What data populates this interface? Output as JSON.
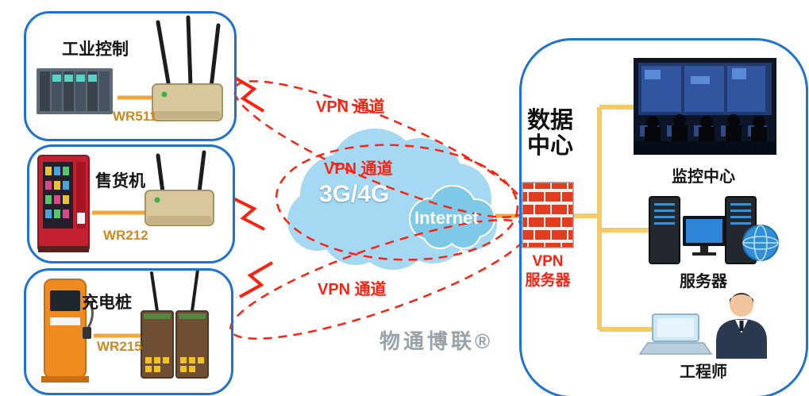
{
  "watermark": "物通博联®",
  "left_boxes": [
    {
      "label": "工业控制",
      "router_model": "WR511"
    },
    {
      "label": "售货机",
      "router_model": "WR212"
    },
    {
      "label": "充电桩",
      "router_model": "WR215"
    }
  ],
  "tunnels": {
    "top": "VPN 通道",
    "middle": "VPN 通道",
    "bottom": "VPN 通道"
  },
  "cloud": {
    "network": "3G/4G",
    "internet": "Internet"
  },
  "firewall": {
    "line1": "VPN",
    "line2": "服务器"
  },
  "datacenter": {
    "title_line1": "数据",
    "title_line2": "中心",
    "monitoring_label": "监控中心",
    "servers_label": "服务器",
    "engineer_label": "工程师"
  },
  "colors": {
    "accent_red": "#ff2110",
    "box_border_blue": "#1e73d2",
    "connector_orange": "#f0a63a",
    "bus_yellow": "#f4cb66",
    "cloud_blue": "#a5d9f3",
    "brick_red": "#e23c1e"
  }
}
